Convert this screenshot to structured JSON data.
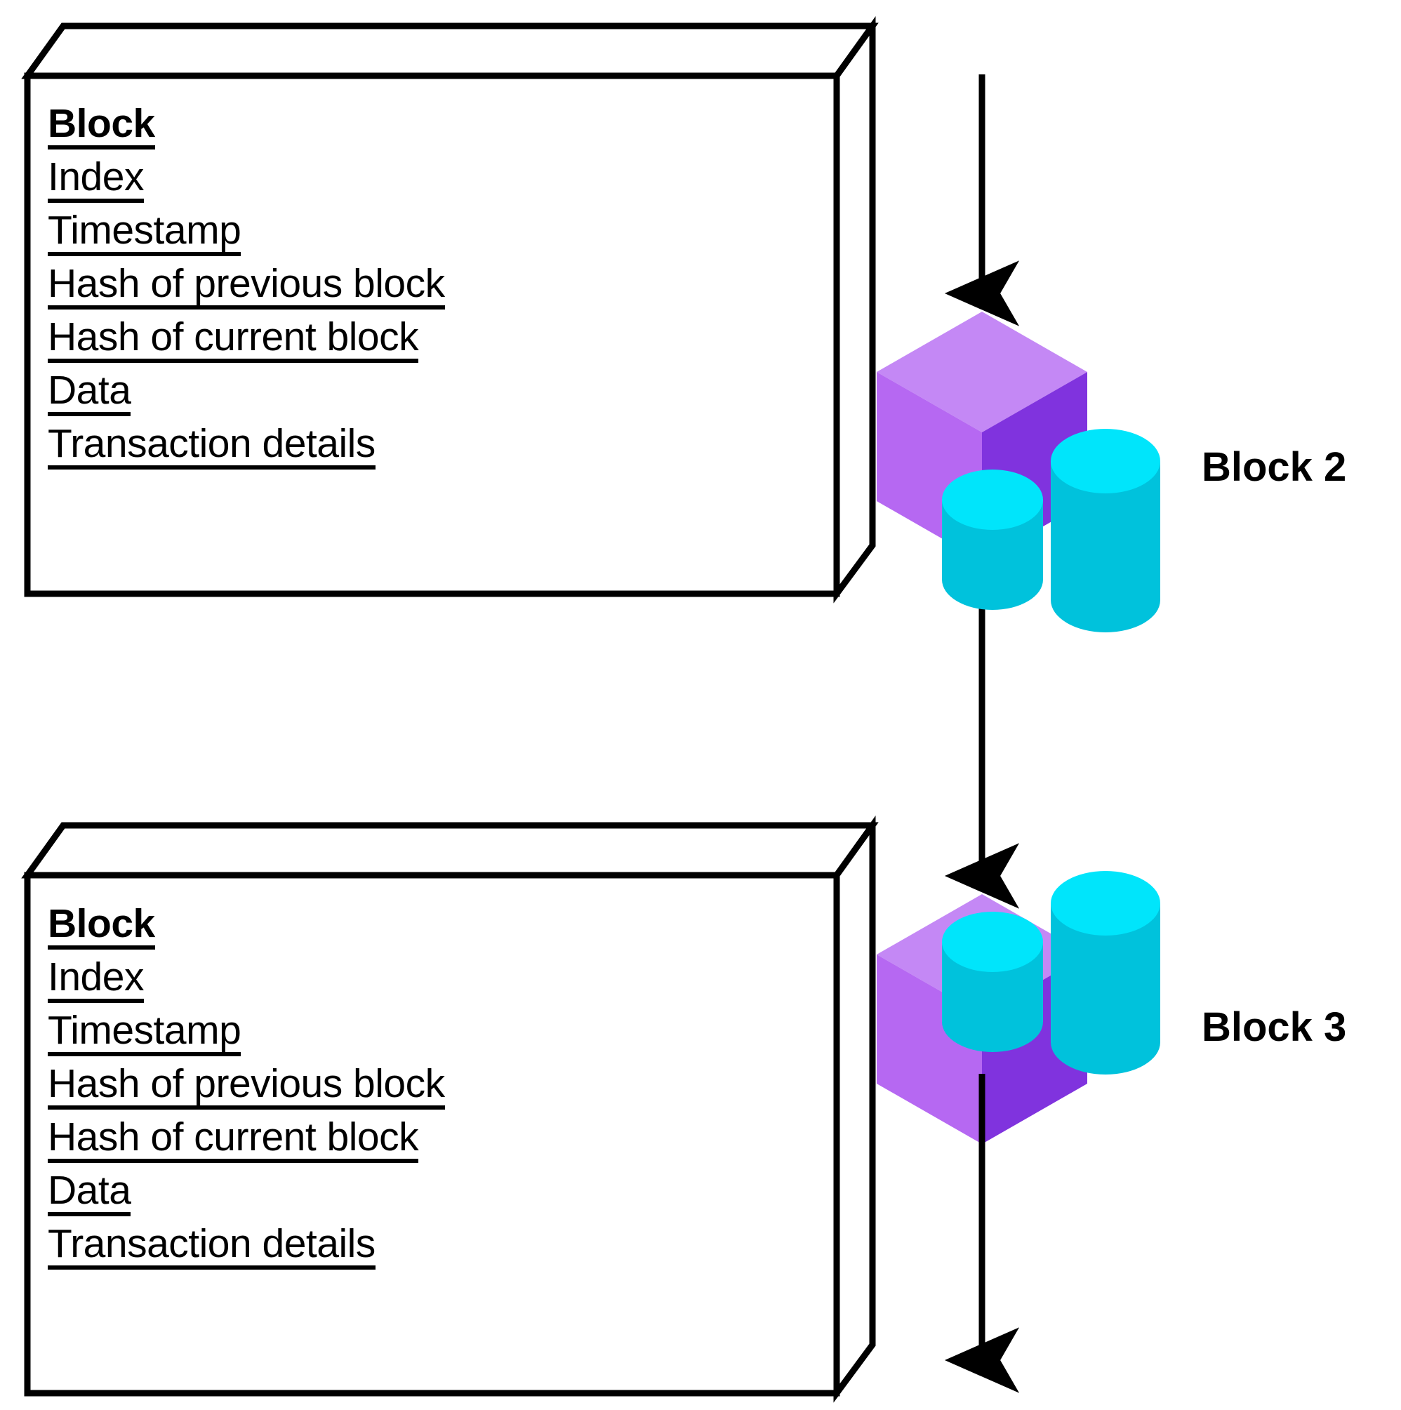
{
  "diagram": {
    "title": "Blockchain block structure diagram",
    "background_color": "#ffffff",
    "line_color": "#000000"
  },
  "palette": {
    "cube_top": "#C488F5",
    "cube_left": "#B668F2",
    "cube_right": "#8033DE",
    "coin_top": "#00E5FB",
    "coin_side": "#00C2DC",
    "outline": "#000000"
  },
  "blocks": [
    {
      "id": "block-2",
      "label": "Block 2",
      "card": {
        "heading": "Block",
        "fields": [
          "Index",
          "Timestamp",
          "Hash of previous block",
          "Hash of current block",
          "Data",
          "Transaction details"
        ]
      }
    },
    {
      "id": "block-3",
      "label": "Block 3",
      "card": {
        "heading": "Block",
        "fields": [
          "Index",
          "Timestamp",
          "Hash of previous block",
          "Hash of current block",
          "Data",
          "Transaction details"
        ]
      }
    }
  ],
  "connectors": [
    {
      "id": "arrow-into-block-2",
      "from": "top-edge",
      "to": "block-2-cube",
      "direction": "down"
    },
    {
      "id": "arrow-block-2-to-block-3",
      "from": "block-2-cube",
      "to": "block-3-cube",
      "direction": "down"
    },
    {
      "id": "arrow-out-of-block-3",
      "from": "block-3-cube",
      "to": "bottom-edge",
      "direction": "down"
    }
  ]
}
